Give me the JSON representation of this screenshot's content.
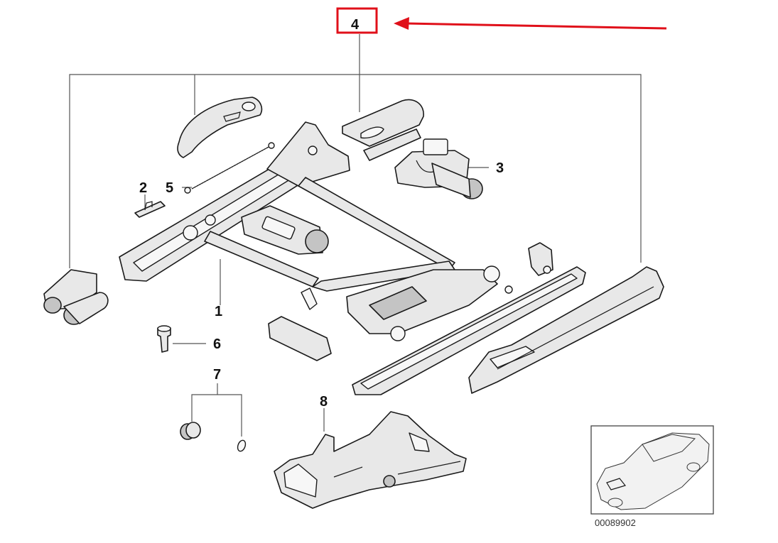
{
  "callouts": {
    "c1": "1",
    "c2": "2",
    "c3": "3",
    "c4": "4",
    "c5": "5",
    "c6": "6",
    "c7": "7",
    "c8": "8"
  },
  "reference_number": "00089902",
  "colors": {
    "highlight": "#e0101a",
    "ink": "#1a1a1a"
  }
}
